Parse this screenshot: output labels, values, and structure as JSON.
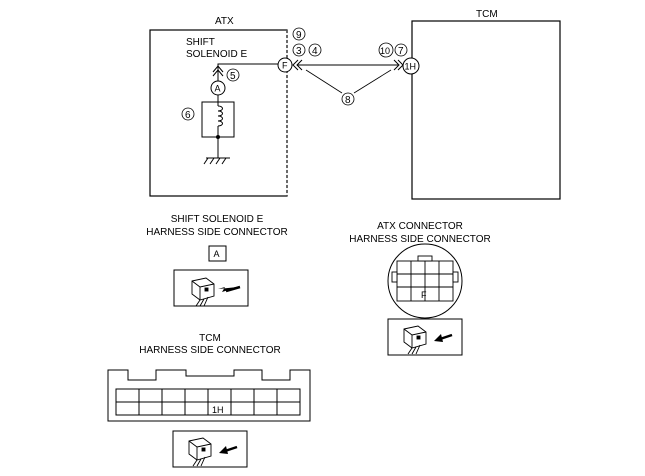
{
  "diagram": {
    "atx_label": "ATX",
    "tcm_label": "TCM",
    "solenoid_line1": "SHIFT",
    "solenoid_line2": "SOLENOID E",
    "callouts": {
      "c3": "3",
      "c4": "4",
      "c5": "5",
      "c6": "6",
      "c7": "7",
      "c8": "8",
      "c9": "9",
      "c10": "10"
    },
    "terminal_a": "A",
    "terminal_f": "F",
    "terminal_1h": "1H"
  },
  "connectors": {
    "solenoid_connector": {
      "line1": "SHIFT SOLENOID E",
      "line2": "HARNESS SIDE CONNECTOR",
      "pin": "A"
    },
    "atx_connector": {
      "line1": "ATX CONNECTOR",
      "line2": "HARNESS SIDE CONNECTOR",
      "pin": "F"
    },
    "tcm_connector": {
      "line1": "TCM",
      "line2": "HARNESS SIDE CONNECTOR",
      "pin": "1H"
    }
  }
}
